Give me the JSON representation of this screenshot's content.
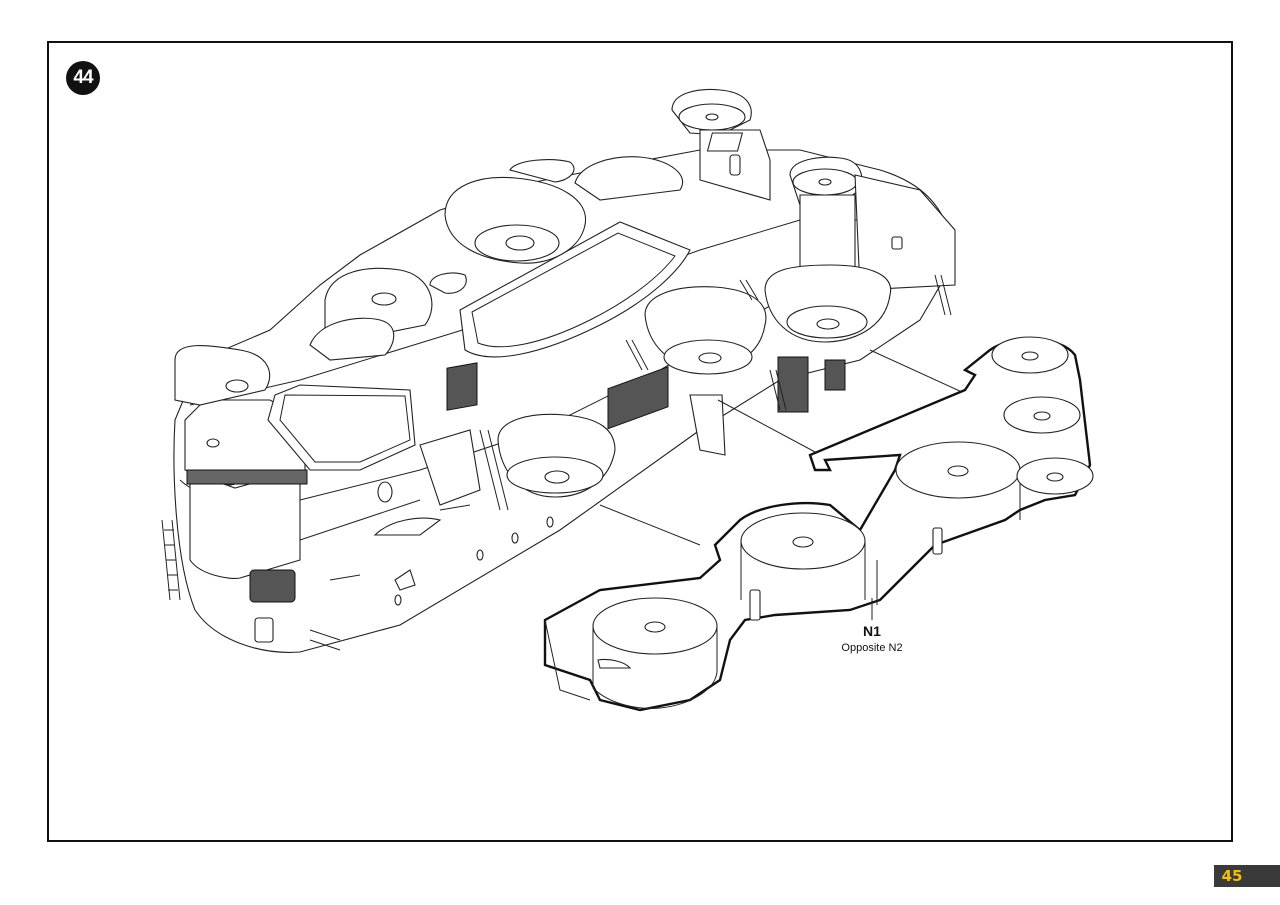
{
  "step_number": "44",
  "page_number": "45",
  "callout": {
    "part_id": "N1",
    "note": "Opposite N2"
  },
  "colors": {
    "ink": "#111111",
    "badge_bg": "#3a3a3a",
    "badge_text": "#f2c200"
  }
}
